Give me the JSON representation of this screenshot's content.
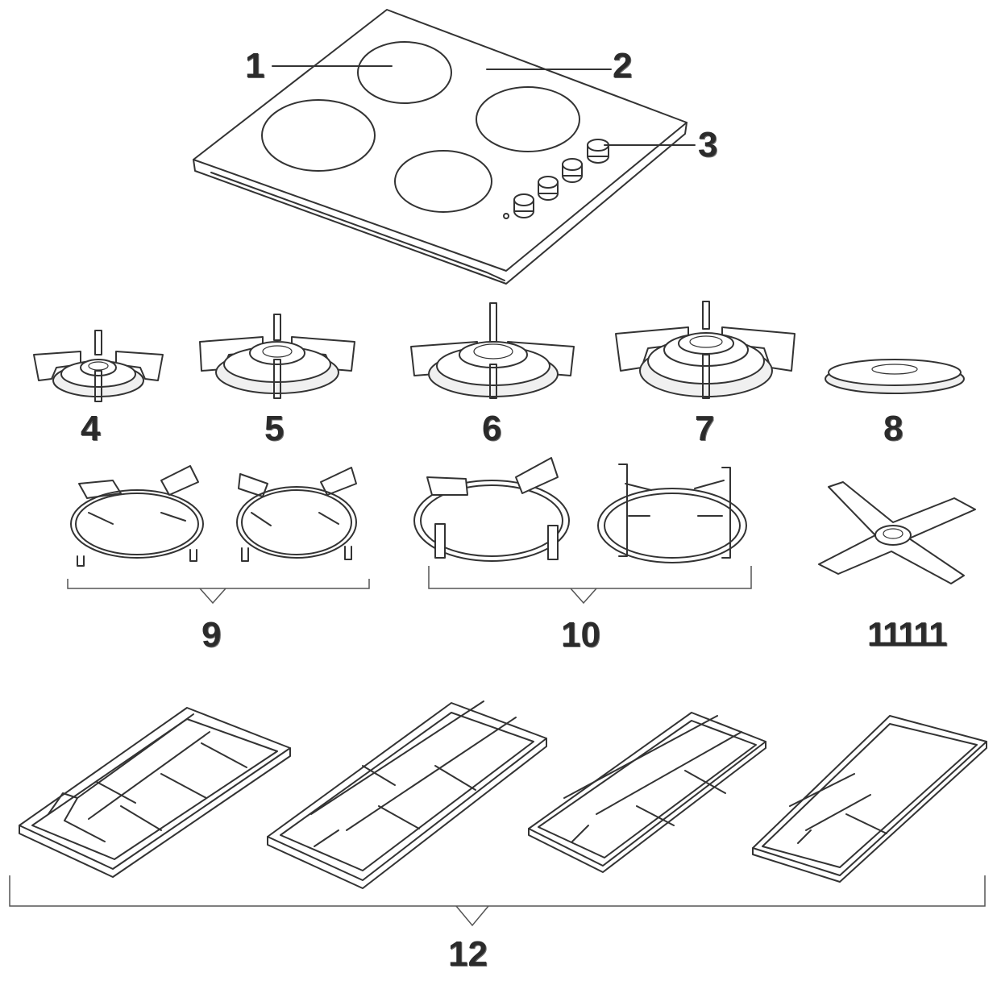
{
  "diagram": {
    "labels": {
      "l1": "1",
      "l2": "2",
      "l3": "3",
      "l4": "4",
      "l5": "5",
      "l6": "6",
      "l7": "7",
      "l8": "8",
      "l9": "9",
      "l10": "10",
      "l11": "11111",
      "l12": "12"
    },
    "colors": {
      "line": "#333333",
      "background": "#ffffff"
    }
  }
}
